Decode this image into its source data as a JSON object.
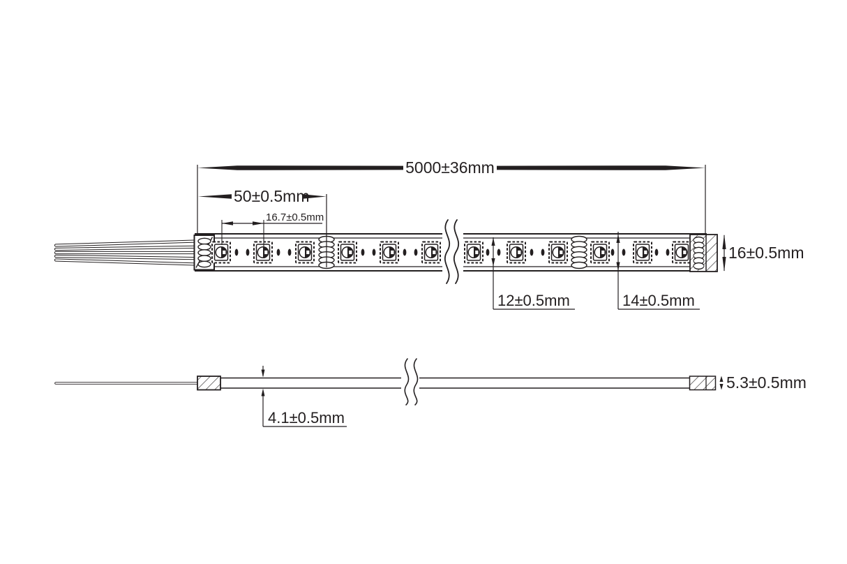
{
  "colors": {
    "line_color": "#231f20",
    "background": "#ffffff"
  },
  "top_view": {
    "led_count_shown": 12,
    "wire_count": 5,
    "labels": {
      "total_length": "5000±36mm",
      "cut_length": "50±0.5mm",
      "led_pitch": "16.7±0.5mm",
      "width_at_12": "12±0.5mm",
      "width_at_14": "14±0.5mm",
      "overall_width": "16±0.5mm"
    }
  },
  "side_view": {
    "labels": {
      "end_cap_height": "5.3±0.5mm",
      "strip_thickness": "4.1±0.5mm"
    }
  }
}
